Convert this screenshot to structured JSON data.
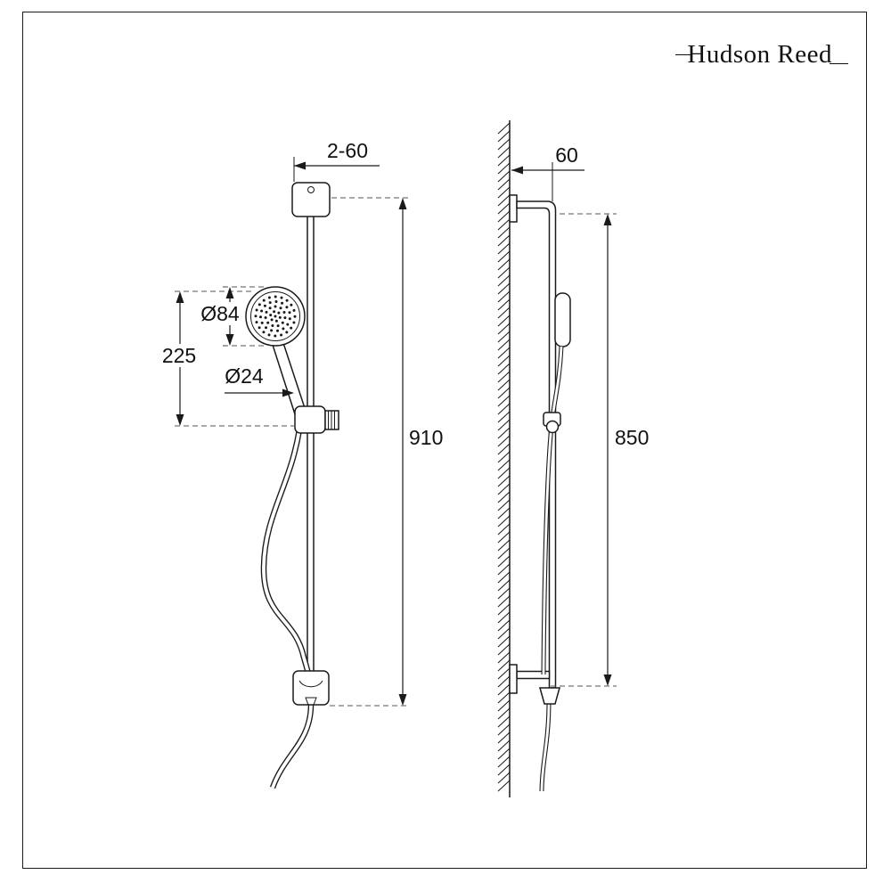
{
  "brand": {
    "name": "Hudson Reed"
  },
  "dimensions": {
    "front": {
      "bracket_offset": "2-60",
      "head_diameter": "Ø84",
      "head_to_holder": "225",
      "hose_diameter": "Ø24",
      "rail_length": "910"
    },
    "side": {
      "wall_offset": "60",
      "fixing_centres": "850"
    }
  },
  "colors": {
    "line": "#1a1a1a",
    "background": "#ffffff"
  }
}
